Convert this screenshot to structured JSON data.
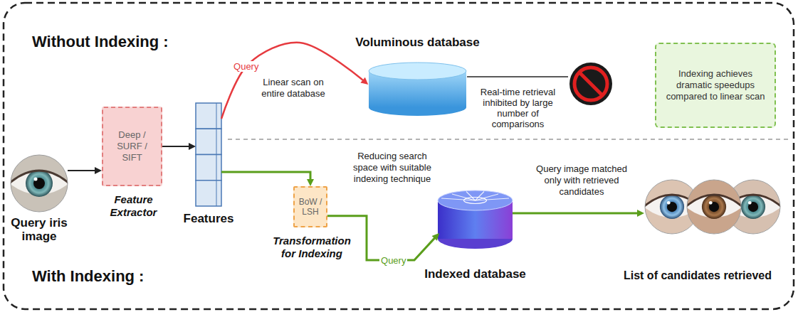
{
  "diagram": {
    "nodes": [
      {
        "text": [
          "Query iris image"
        ]
      },
      {
        "text": [
          "Deep / SURF / SIFT",
          "Feature Extractor"
        ]
      },
      {
        "text": [
          "Features"
        ]
      },
      {
        "text": [
          "Voluminous database"
        ]
      },
      {
        "text": [
          "Indexing achieves dramatic speedups compared to linear scan"
        ]
      },
      {
        "text": [
          "BoW / LSH",
          "Transformation for Indexing"
        ]
      },
      {
        "text": [
          "Indexed database"
        ]
      },
      {
        "text": [
          "List of candidates retrieved"
        ]
      }
    ],
    "edges": [
      {
        "from": 0,
        "to": 1,
        "arrow": "to"
      },
      {
        "from": 1,
        "to": 2,
        "arrow": "to"
      },
      {
        "from": 2,
        "to": 3,
        "label": "Query",
        "arrow": "to"
      },
      {
        "from": 2,
        "to": 5,
        "arrow": "to"
      },
      {
        "from": 5,
        "to": 6,
        "label": "Query",
        "arrow": "to"
      },
      {
        "from": 6,
        "to": 7,
        "arrow": "to"
      }
    ],
    "labels": [
      "Without Indexing :",
      "With Indexing :",
      "Linear scan on entire database",
      "Real-time retrieval inhibited by large number of comparisons",
      "Reducing search space with suitable indexing technique",
      "Query image matched only with retrieved candidates"
    ]
  }
}
